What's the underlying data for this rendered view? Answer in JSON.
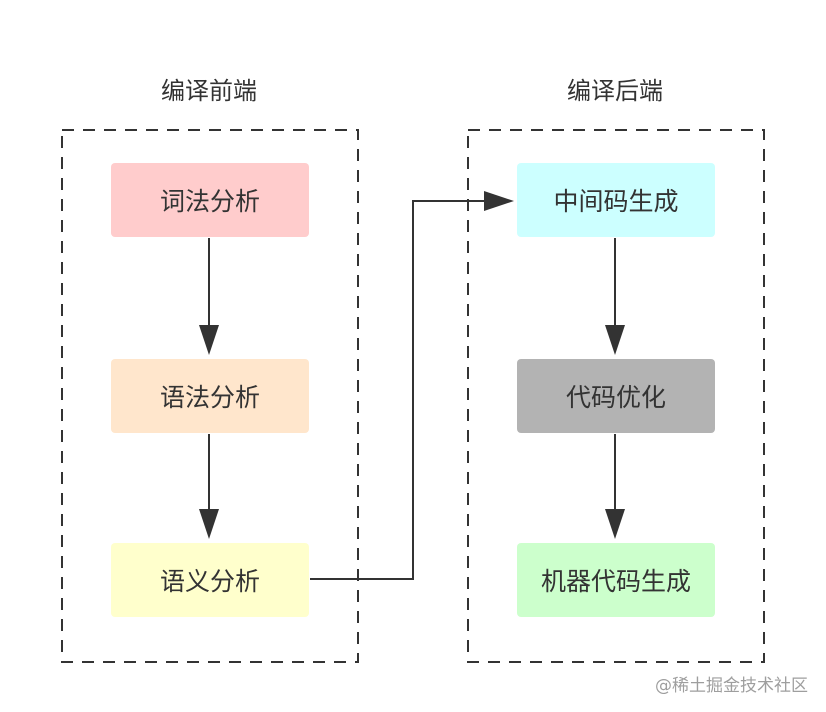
{
  "frontend": {
    "title": "编译前端",
    "steps": [
      {
        "label": "词法分析",
        "color": "#FFCCCC"
      },
      {
        "label": "语法分析",
        "color": "#FFE6CC"
      },
      {
        "label": "语义分析",
        "color": "#FFFFCC"
      }
    ]
  },
  "backend": {
    "title": "编译后端",
    "steps": [
      {
        "label": "中间码生成",
        "color": "#CCFFFF"
      },
      {
        "label": "代码优化",
        "color": "#B3B3B3"
      },
      {
        "label": "机器代码生成",
        "color": "#CCFFCC"
      }
    ]
  },
  "watermark": "@稀土掘金技术社区"
}
